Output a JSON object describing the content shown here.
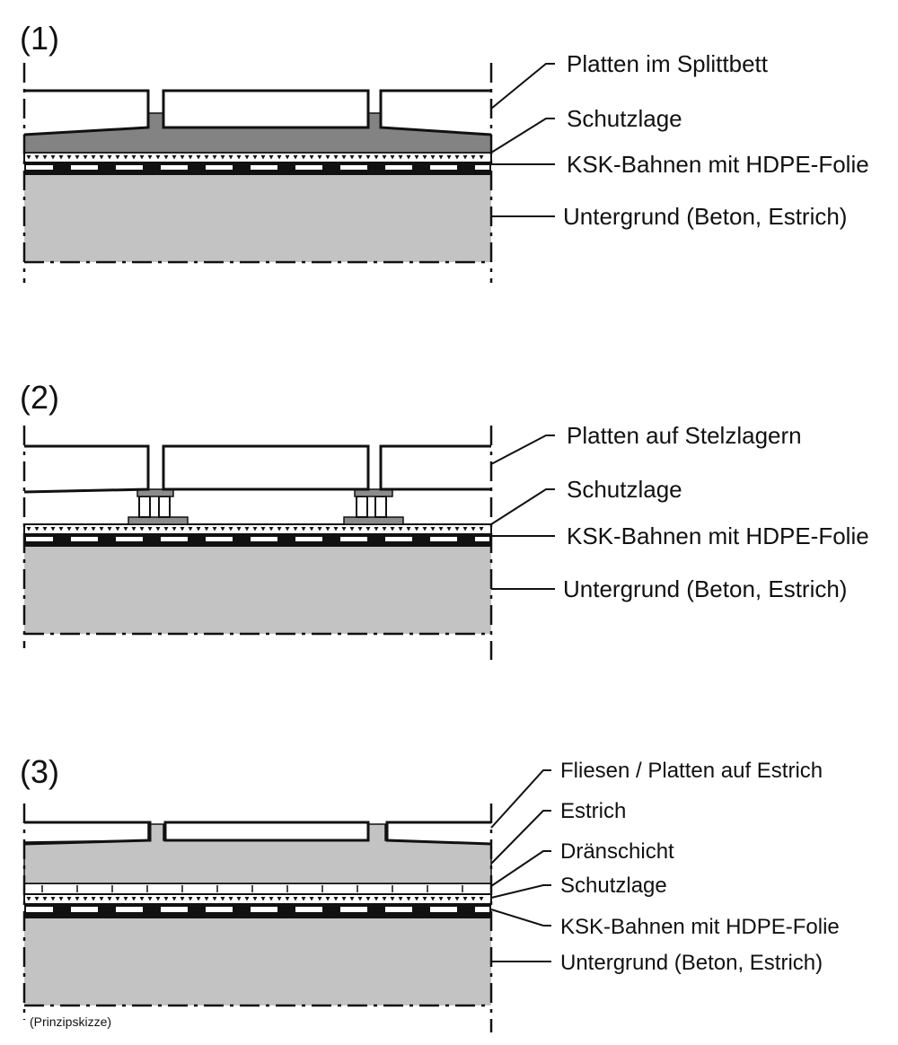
{
  "sections": [
    {
      "number": "(1)",
      "labels": [
        "Platten im Splittbett",
        "Schutzlage",
        "KSK-Bahnen mit HDPE-Folie",
        "Untergrund (Beton, Estrich)"
      ]
    },
    {
      "number": "(2)",
      "labels": [
        "Platten auf Stelzlagern",
        "Schutzlage",
        "KSK-Bahnen mit HDPE-Folie",
        "Untergrund (Beton, Estrich)"
      ]
    },
    {
      "number": "(3)",
      "labels": [
        "Fliesen / Platten auf Estrich",
        "Estrich",
        "Dränschicht",
        "Schutzlage",
        "KSK-Bahnen mit HDPE-Folie",
        "Untergrund (Beton, Estrich)"
      ]
    }
  ],
  "note": "(Prinzipskizze)",
  "colors": {
    "tile": "#ebebeb",
    "gravel_bed": "#838383",
    "substrate": "#c3c3c3",
    "screed": "#c3c3c3",
    "support": "#8c8c8c",
    "ink": "#111111"
  }
}
